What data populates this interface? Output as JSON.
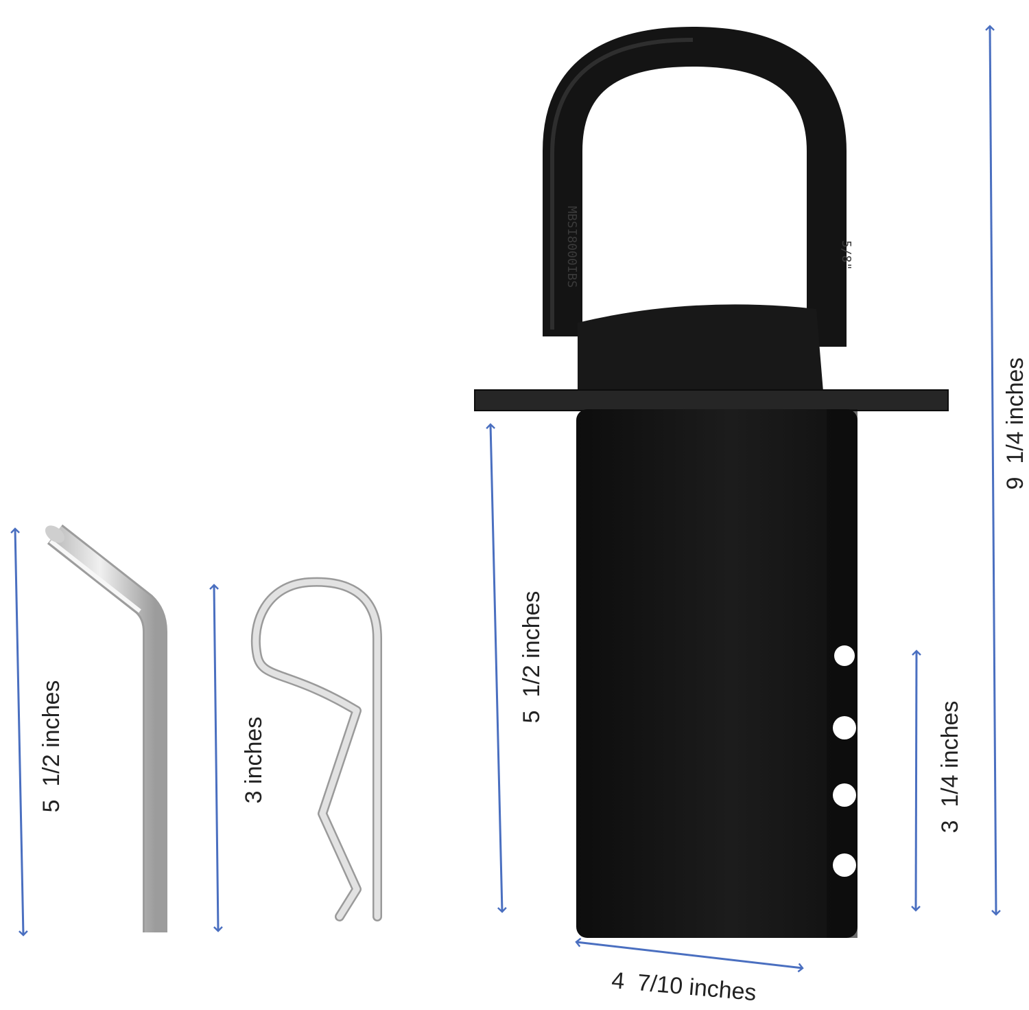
{
  "image": {
    "description_free": true,
    "colors": {
      "dimension_arrow": "#4a6fc0",
      "label_text": "#222222",
      "anchor_body": "#141414",
      "anchor_highlight": "#2e2e2e",
      "pin_metal": "#d9d9d9",
      "pin_shade": "#a8a8a8"
    }
  },
  "components": {
    "hitch_pin": {
      "name": "bent-hitch-pin"
    },
    "hairpin_clip": {
      "name": "hairpin-cotter-clip"
    },
    "anchor": {
      "name": "d-ring-receiver-anchor",
      "ring_marking_left": "MBSI8000IBS",
      "ring_marking_right": "5/8\""
    }
  },
  "dimensions": {
    "pin_length": "5  1/2 inches",
    "clip_length": "3 inches",
    "tube_length": "5  1/2 inches",
    "hole_span": "3  1/4 inches",
    "total_height": "9  1/4 inches",
    "plate_width": "4  7/10 inches"
  }
}
